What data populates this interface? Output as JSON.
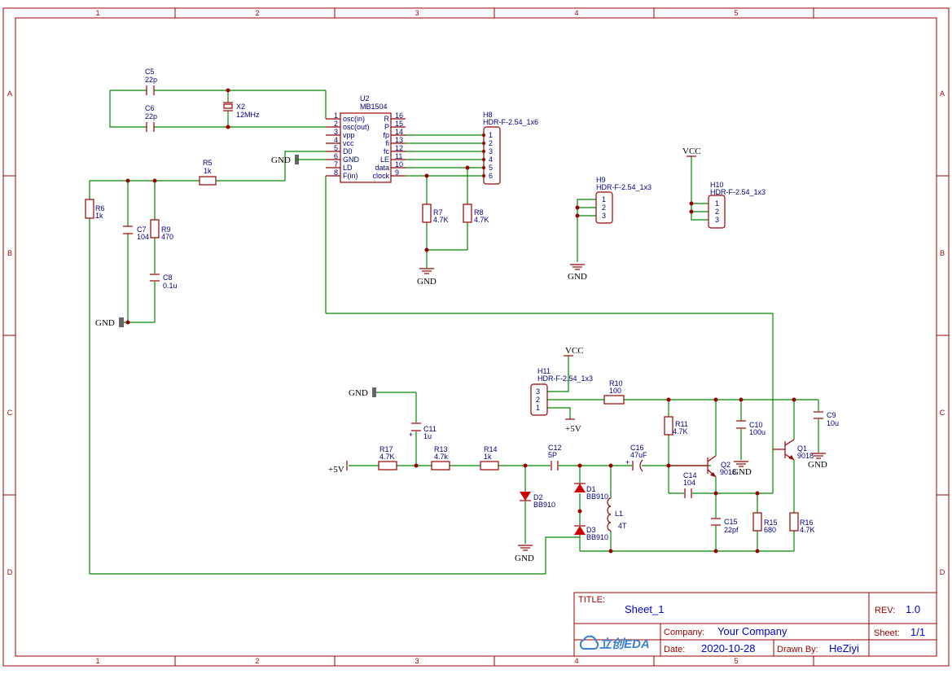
{
  "border": {
    "cols": [
      "1",
      "2",
      "3",
      "4",
      "5"
    ],
    "rows": [
      "A",
      "B",
      "C",
      "D"
    ]
  },
  "components": {
    "c5": {
      "ref": "C5",
      "val": "22p"
    },
    "c6": {
      "ref": "C6",
      "val": "22p"
    },
    "x2": {
      "ref": "X2",
      "val": "12MHz"
    },
    "u2": {
      "ref": "U2",
      "val": "MB1504",
      "left_pins": [
        {
          "num": "1",
          "name": "osc(in)"
        },
        {
          "num": "2",
          "name": "osc(out)"
        },
        {
          "num": "3",
          "name": "vpp"
        },
        {
          "num": "4",
          "name": "vcc"
        },
        {
          "num": "5",
          "name": "D0"
        },
        {
          "num": "6",
          "name": "GND"
        },
        {
          "num": "7",
          "name": "LD"
        },
        {
          "num": "8",
          "name": "F(in)"
        }
      ],
      "right_pins": [
        {
          "num": "16",
          "name": "R"
        },
        {
          "num": "15",
          "name": "P"
        },
        {
          "num": "14",
          "name": "fp"
        },
        {
          "num": "13",
          "name": "fi"
        },
        {
          "num": "12",
          "name": "fc"
        },
        {
          "num": "11",
          "name": "LE"
        },
        {
          "num": "10",
          "name": "data"
        },
        {
          "num": "9",
          "name": "clock"
        }
      ]
    },
    "h8": {
      "ref": "H8",
      "val": "HDR-F-2.54_1x6",
      "pins": [
        "1",
        "2",
        "3",
        "4",
        "5",
        "6"
      ]
    },
    "h9": {
      "ref": "H9",
      "val": "HDR-F-2.54_1x3",
      "pins": [
        "1",
        "2",
        "3"
      ]
    },
    "h10": {
      "ref": "H10",
      "val": "HDR-F-2.54_1x3",
      "pins": [
        "1",
        "2",
        "3"
      ]
    },
    "h11": {
      "ref": "H11",
      "val": "HDR-F-2.54_1x3",
      "pins": [
        "3",
        "2",
        "1"
      ]
    },
    "r5": {
      "ref": "R5",
      "val": "1k"
    },
    "r6": {
      "ref": "R6",
      "val": "1k"
    },
    "r7": {
      "ref": "R7",
      "val": "4.7K"
    },
    "r8": {
      "ref": "R8",
      "val": "4.7K"
    },
    "r9": {
      "ref": "R9",
      "val": "470"
    },
    "c7": {
      "ref": "C7",
      "val": "104"
    },
    "c8": {
      "ref": "C8",
      "val": "0.1u"
    },
    "c11": {
      "ref": "C11",
      "val": "1u"
    },
    "r17": {
      "ref": "R17",
      "val": "4.7K"
    },
    "r13": {
      "ref": "R13",
      "val": "4.7k"
    },
    "r14": {
      "ref": "R14",
      "val": "1k"
    },
    "c12": {
      "ref": "C12",
      "val": "5P"
    },
    "c16": {
      "ref": "C16",
      "val": "47uF"
    },
    "r10": {
      "ref": "R10",
      "val": "100"
    },
    "r11": {
      "ref": "R11",
      "val": "4.7K"
    },
    "c10": {
      "ref": "C10",
      "val": "100u"
    },
    "c9": {
      "ref": "C9",
      "val": "10u"
    },
    "q1": {
      "ref": "Q1",
      "val": "9018"
    },
    "q2": {
      "ref": "Q2",
      "val": "9018"
    },
    "c14": {
      "ref": "C14",
      "val": "104"
    },
    "c15": {
      "ref": "C15",
      "val": "22pf"
    },
    "r15": {
      "ref": "R15",
      "val": "680"
    },
    "r16": {
      "ref": "R16",
      "val": "4.7K"
    },
    "d1": {
      "ref": "D1",
      "val": "BB910"
    },
    "d2": {
      "ref": "D2",
      "val": "BB910"
    },
    "d3": {
      "ref": "D3",
      "val": "BB910"
    },
    "l1": {
      "ref": "L1",
      "val": "4T"
    }
  },
  "net_labels": {
    "gnd": "GND",
    "vcc": "VCC",
    "p5v": "+5V",
    "plus": "+"
  },
  "title_block": {
    "title_label": "TITLE:",
    "title_value": "Sheet_1",
    "rev_label": "REV:",
    "rev_value": "1.0",
    "company_label": "Company:",
    "company_value": "Your Company",
    "sheet_label": "Sheet:",
    "sheet_value": "1/1",
    "date_label": "Date:",
    "date_value": "2020-10-28",
    "drawn_label": "Drawn By:",
    "drawn_value": "HeZiyi",
    "logo_text": "立创EDA"
  },
  "colors": {
    "frame": "#990000",
    "wire": "#008800",
    "text": "#000080",
    "title_value": "#0000cc",
    "logo": "#3a7fd5"
  }
}
